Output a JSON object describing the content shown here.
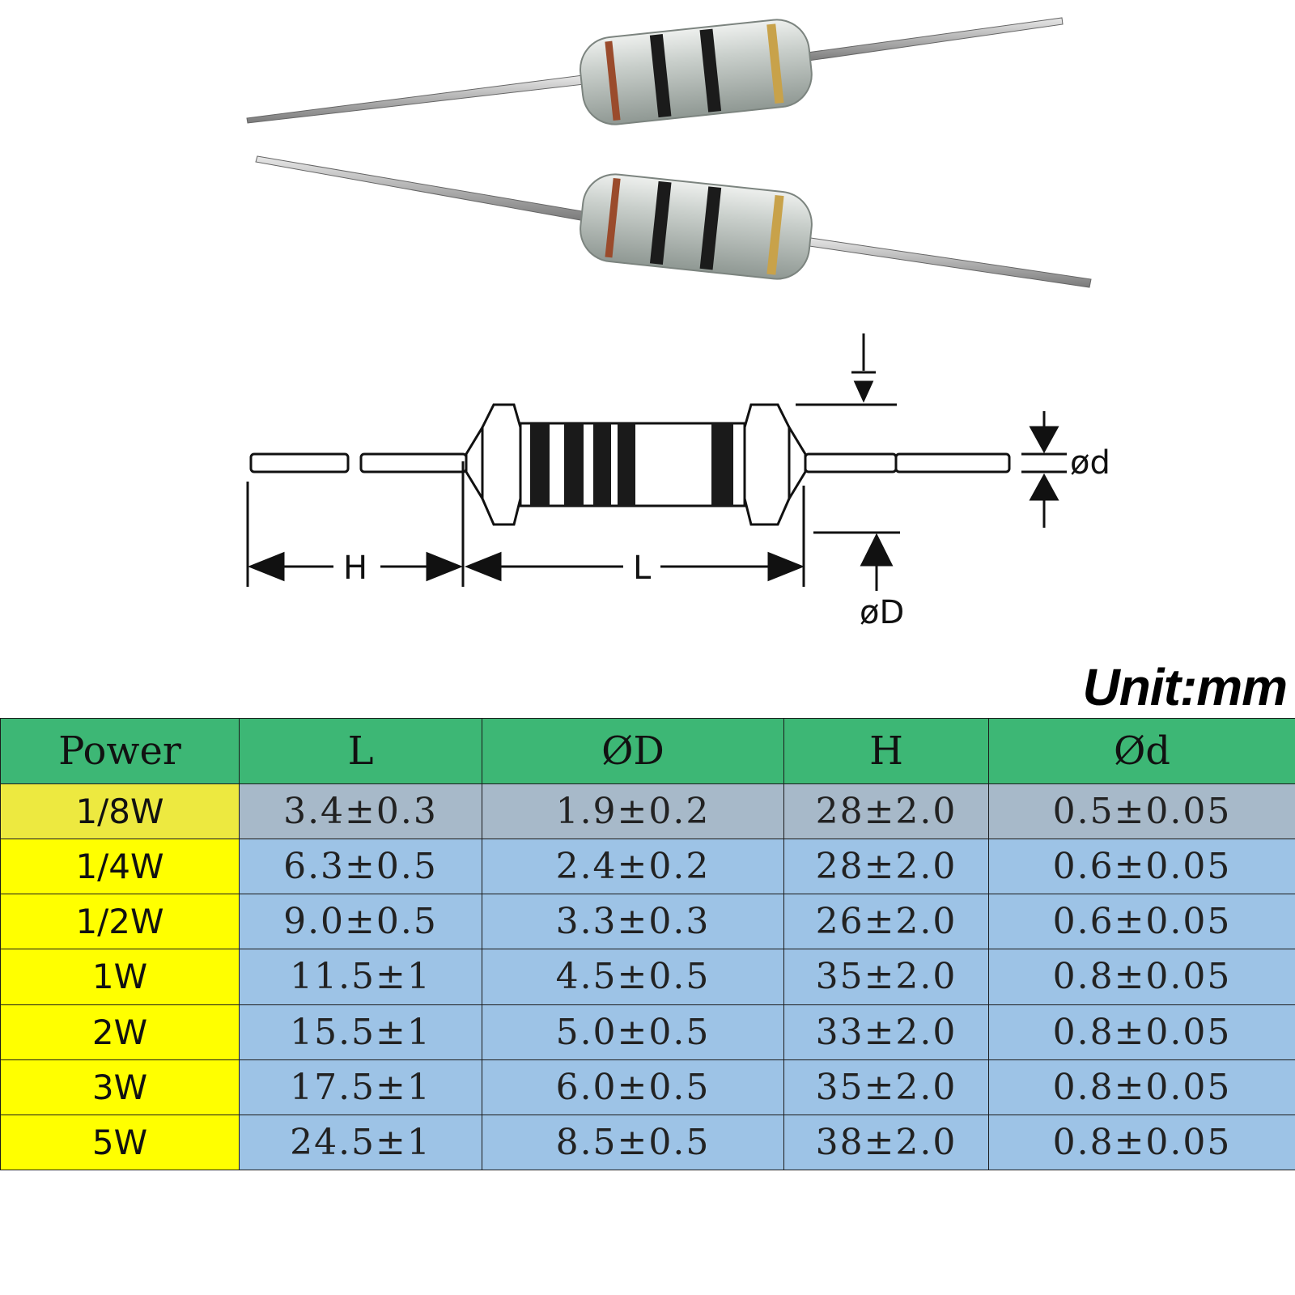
{
  "diagram": {
    "labels": {
      "h": "H",
      "l": "L",
      "od_small": "ød",
      "od_big": "øD"
    }
  },
  "unit_label": "Unit:mm",
  "table": {
    "headers": [
      "Power",
      "L",
      "ØD",
      "H",
      "Ød"
    ],
    "rows": [
      [
        "1/8W",
        "3.4±0.3",
        "1.9±0.2",
        "28±2.0",
        "0.5±0.05"
      ],
      [
        "1/4W",
        "6.3±0.5",
        "2.4±0.2",
        "28±2.0",
        "0.6±0.05"
      ],
      [
        "1/2W",
        "9.0±0.5",
        "3.3±0.3",
        "26±2.0",
        "0.6±0.05"
      ],
      [
        "1W",
        "11.5±1",
        "4.5±0.5",
        "35±2.0",
        "0.8±0.05"
      ],
      [
        "2W",
        "15.5±1",
        "5.0±0.5",
        "33±2.0",
        "0.8±0.05"
      ],
      [
        "3W",
        "17.5±1",
        "6.0±0.5",
        "35±2.0",
        "0.8±0.05"
      ],
      [
        "5W",
        "24.5±1",
        "8.5±0.5",
        "38±2.0",
        "0.8±0.05"
      ]
    ]
  },
  "colors": {
    "header_bg": "#3db775",
    "power_bg": "#ffff00",
    "cell_bg": "#9dc3e6",
    "first_row_cell_bg": "#a7b9c9",
    "first_row_power_bg": "#ede940"
  }
}
